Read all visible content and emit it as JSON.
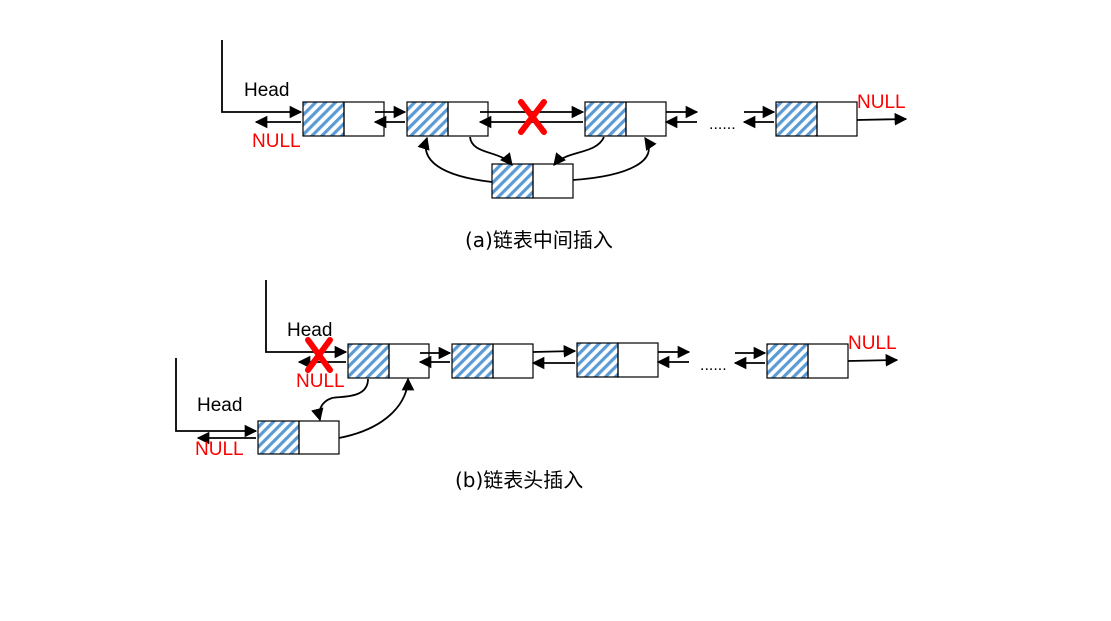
{
  "diagram_a": {
    "head_label": "Head",
    "null_left": "NULL",
    "null_right": "NULL",
    "ellipsis": "......",
    "caption": "(a)链表中间插入"
  },
  "diagram_b": {
    "head_label_old": "Head",
    "null_old": "NULL",
    "head_label_new": "Head",
    "null_new": "NULL",
    "null_right": "NULL",
    "ellipsis": "......",
    "caption": "(b)链表头插入"
  }
}
